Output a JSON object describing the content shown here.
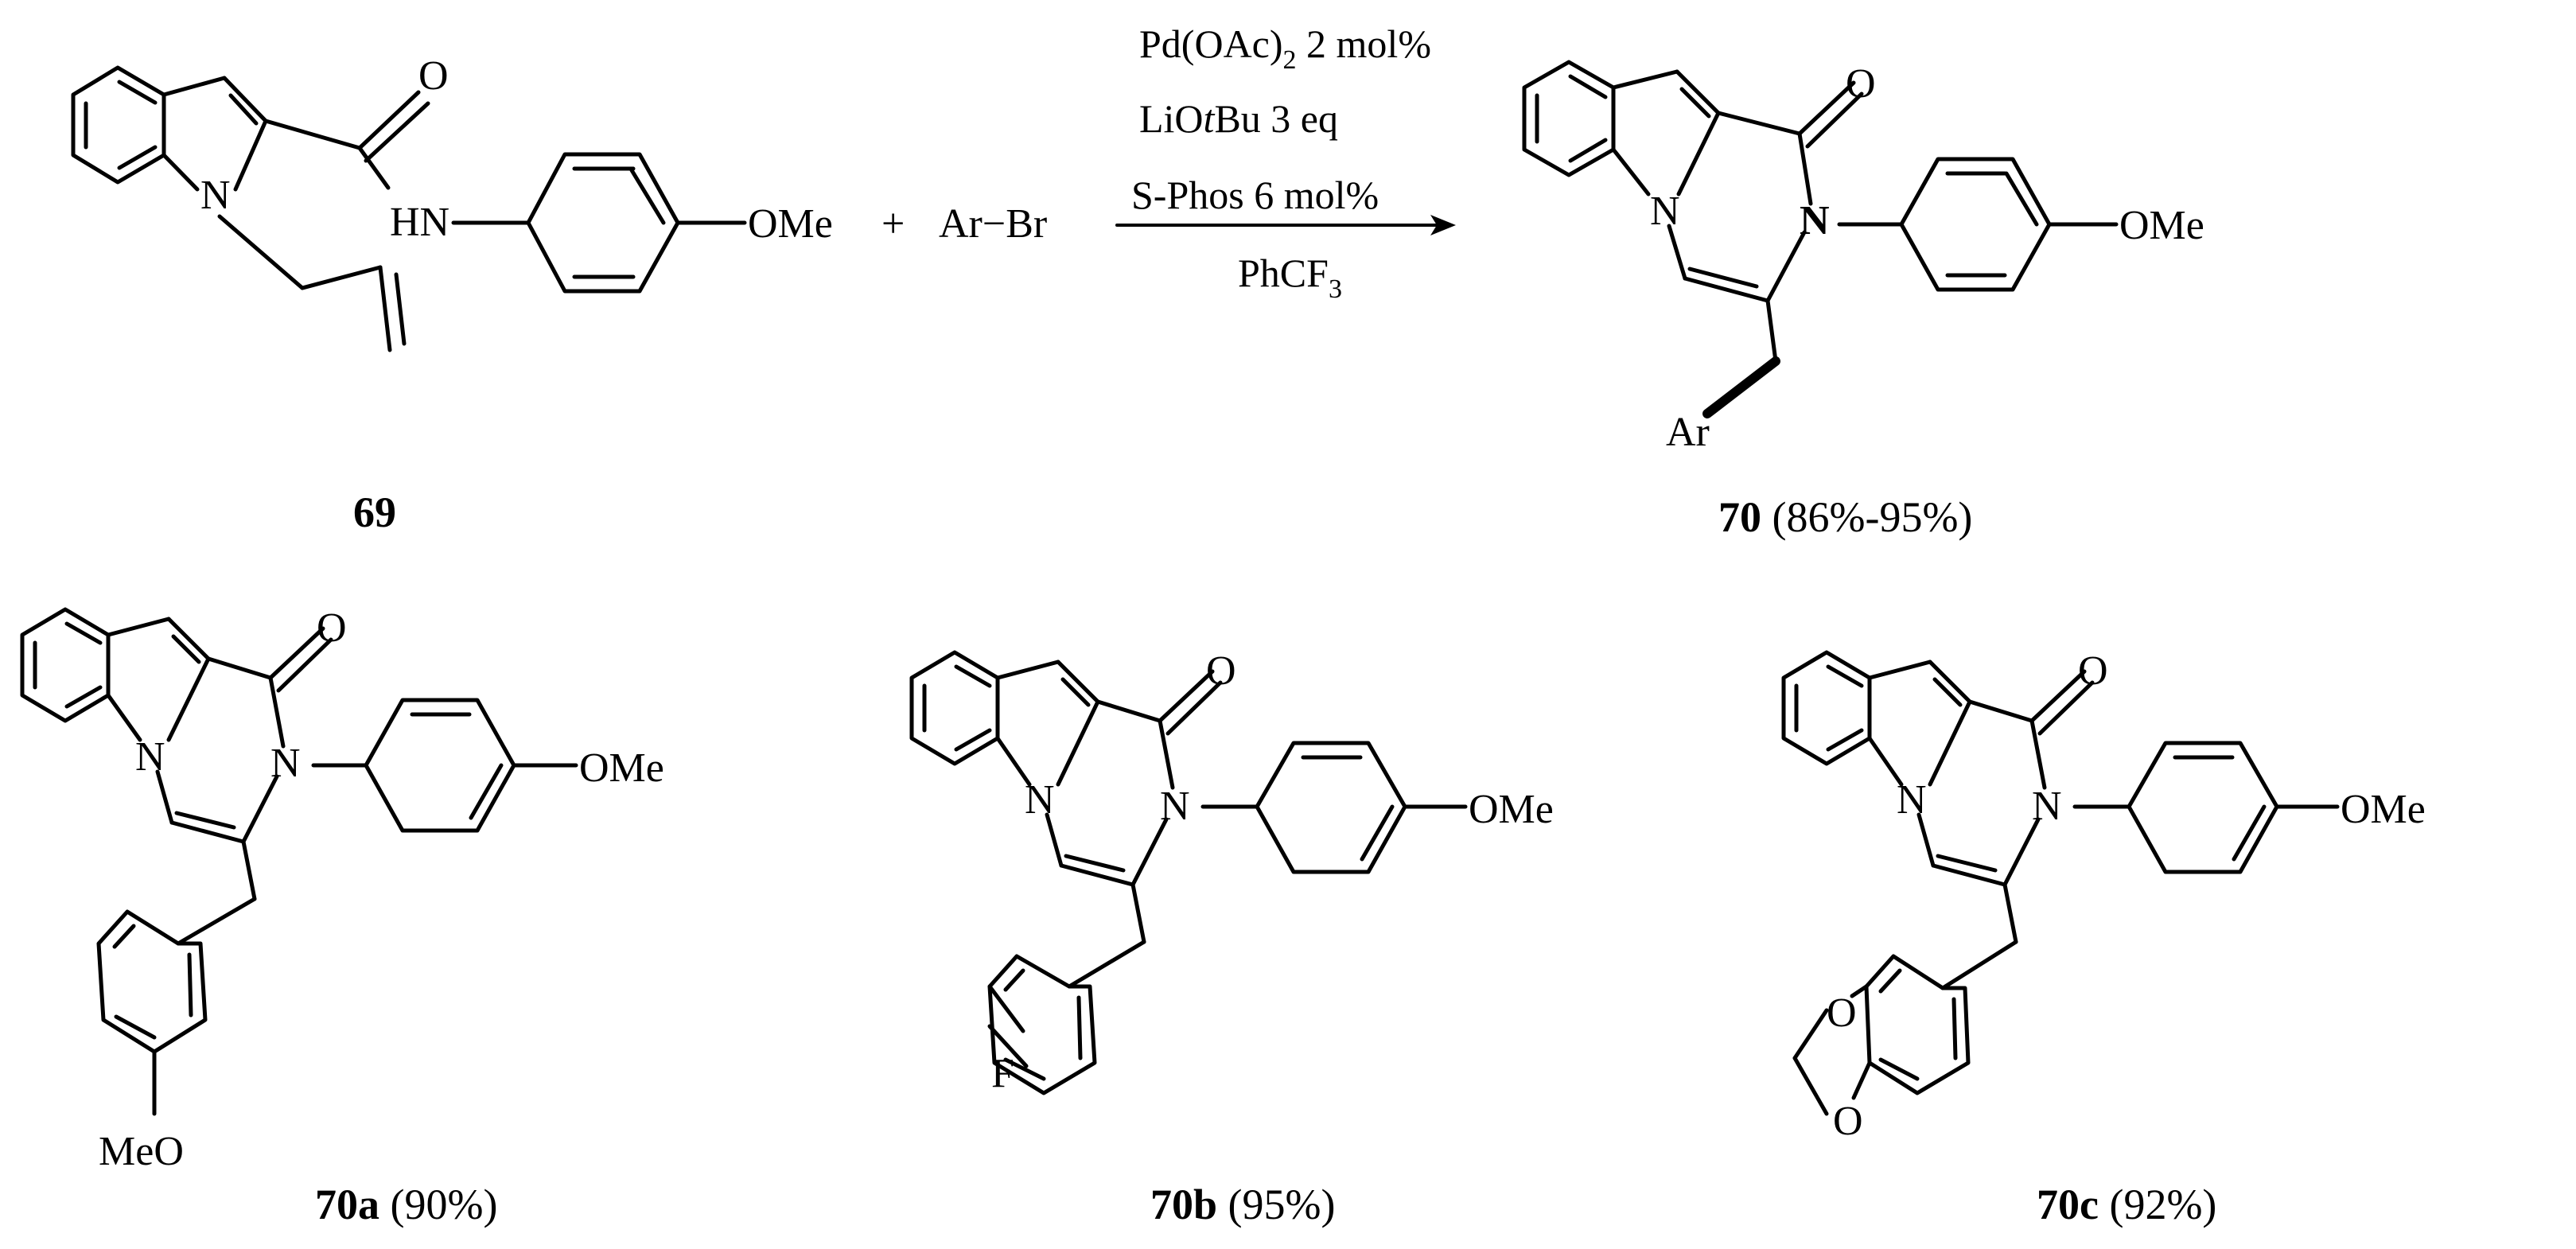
{
  "scheme": {
    "reactant": {
      "atoms": {
        "o": "O",
        "n_indole": "N",
        "hn": "HN",
        "ome": "OMe"
      },
      "label": "69"
    },
    "plus": "+",
    "reagent": "Ar−Br",
    "conditions": {
      "catalyst": "Pd(OAc)",
      "catalyst_sub": "2",
      "catalyst_amount": " 2 mol%",
      "base_pre": "LiO",
      "base_italic": "t",
      "base_post": "Bu 3 eq",
      "ligand": "S-Phos 6 mol%",
      "solvent": "PhCF",
      "solvent_sub": "3"
    },
    "product": {
      "atoms": {
        "o": "O",
        "n_ring": "N",
        "n_amide": "N",
        "ome": "OMe",
        "ar": "Ar"
      },
      "label_bold": "70",
      "label_rest": " (86%-95%)"
    },
    "examples": [
      {
        "atoms": {
          "o": "O",
          "n_ring": "N",
          "n_amide": "N",
          "ome": "OMe",
          "sub": "MeO"
        },
        "label_bold": "70a",
        "label_rest": " (90%)"
      },
      {
        "atoms": {
          "o": "O",
          "n_ring": "N",
          "n_amide": "N",
          "ome": "OMe",
          "sub": "F"
        },
        "label_bold": "70b",
        "label_rest": " (95%)"
      },
      {
        "atoms": {
          "o": "O",
          "n_ring": "N",
          "n_amide": "N",
          "ome": "OMe",
          "o1": "O",
          "o2": "O"
        },
        "label_bold": "70c",
        "label_rest": " (92%)"
      }
    ]
  }
}
